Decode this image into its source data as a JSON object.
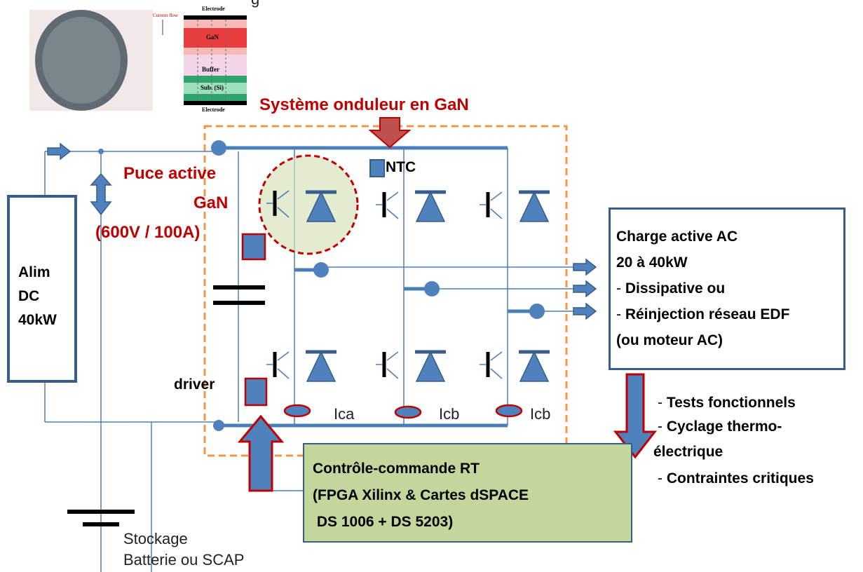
{
  "header": {
    "top_cut_text": "g",
    "title": "Système onduleur en GaN"
  },
  "die_diagram": {
    "top_electrode": "Electrode",
    "current_flow": "Current flow",
    "layer1": "GaN",
    "layer2": "Buffer",
    "layer3": "Sub. (Si)",
    "bottom_electrode": "Electrode"
  },
  "labels": {
    "puce_line1": "Puce active",
    "puce_line2": "GaN",
    "puce_line3": "(600V / 100A)",
    "ntc": "NTC",
    "driver": "driver",
    "ica": "Ica",
    "icb1": "Icb",
    "icb2": "Icb"
  },
  "alim": {
    "line1": "Alim",
    "line2": "DC",
    "line3": "40kW"
  },
  "charge": {
    "line1": "Charge active AC",
    "line2": "20 à 40kW",
    "line3_prefix": "- ",
    "line3": "Dissipative ou",
    "line4_prefix": "- ",
    "line4": "Réinjection réseau EDF",
    "line5": "(ou moteur AC)"
  },
  "tests": {
    "item1_prefix": "- ",
    "item1": "Tests fonctionnels",
    "item2_prefix": "- ",
    "item2": "Cyclage thermo-",
    "item2b": "électrique",
    "item3_prefix": "- ",
    "item3": "Contraintes critiques"
  },
  "control": {
    "line1": "Contrôle-commande RT",
    "line2": "(FPGA Xilinx & Cartes dSPACE",
    "line3": " DS 1006 + DS 5203)"
  },
  "storage": {
    "line1": "Stockage",
    "line2": "Batterie ou SCAP"
  },
  "colors": {
    "wire": "#4a7ebb",
    "accent_red": "#c00000",
    "dashed_orange": "#f79646",
    "control_fill": "#c3d69b",
    "chip_fill": "#d7e4bd",
    "box_border": "#385d8a"
  }
}
